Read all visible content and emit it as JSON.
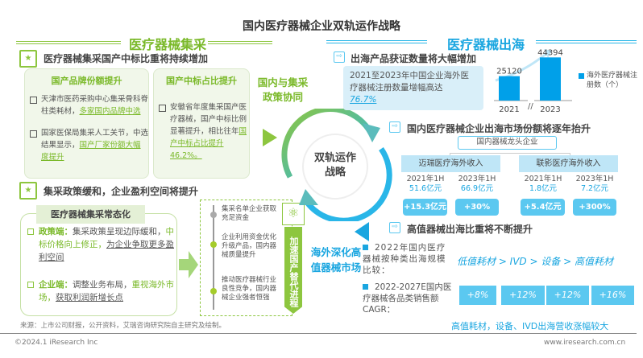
{
  "title": "国内医疗器械企业双轨运作战略",
  "left": {
    "header": "医疗器械集采",
    "section1": {
      "heading": "医疗器械集采国产中标比重将持续增加",
      "box1": {
        "title": "国产品牌份额提升",
        "item1": {
          "text": "天津市医药采购中心集采骨科脊柱类耗材，",
          "highlight": "多家国内品牌中选"
        },
        "item2": {
          "text": "国家医保局集采人工关节，中选结果显示，",
          "highlight": "国产厂家份额大幅度提升"
        }
      },
      "box2": {
        "title": "国产中标占比提升",
        "item1": {
          "text": "安徽省年度集采国产医疗器械，国产中标比例显著提升，相比往年",
          "highlight": "国产中标占比提升46.2%。"
        }
      }
    },
    "section2": {
      "heading": "集采政策缓和，企业盈利空间将提升",
      "box_title": "医疗器械集采常态化",
      "policy": {
        "label": "政策端：",
        "text": "集采政策呈现边际缓和，",
        "highlight": "中标价格向上修正，",
        "underline": "为企业争取更多盈利空间"
      },
      "enterprise": {
        "label": "企业端：",
        "text": "调整业务布局，",
        "highlight": "重视海外市场，",
        "underline": "获取利润新增长点"
      },
      "timeline": [
        "集采名单企业获取充足资金",
        "企业利用资金优化升级产品，国内器械质量提升",
        "推动医疗器械行业良性竞争，国内器械企业强者恒强"
      ],
      "tag": "加速国产替代进程"
    }
  },
  "center": {
    "label": "双轨运作战略",
    "domestic": "国内与集采政策协同",
    "overseas": "海外深化高值器械市场"
  },
  "right": {
    "header": "医疗器械出海",
    "section1": {
      "heading": "出海产品获证数量将大幅增加",
      "text": "2021至2023年中国企业海外医疗器械注册数量增幅高达",
      "highlight": "76.7%"
    },
    "section2": {
      "heading": "国内医疗器械企业出海市场份额将逐年抬升",
      "root": "国内器械龙头企业",
      "companies": [
        {
          "name": "迈瑞医疗海外收入",
          "y1": "2021年1H",
          "v1": "51.6亿元",
          "y2": "2023年1H",
          "v2": "66.9亿元",
          "d1": "+15.3亿元",
          "d2": "+30%"
        },
        {
          "name": "联影医疗海外收入",
          "y1": "2021年1H",
          "v1": "1.8亿元",
          "y2": "2023年1H",
          "v2": "7.2亿元",
          "d1": "+5.4亿元",
          "d2": "+300%"
        }
      ]
    },
    "section3": {
      "heading": "高值器械出海比重将不断提升",
      "bullet1": "2022年国内医疗器械按种类出海规模比较：",
      "ranking": "低值耗材 > IVD > 设备 > 高值耗材",
      "bullet2": "2022-2027E国内医疗器械各品类销售额CAGR：",
      "cagr": [
        "+8%",
        "+12%",
        "+12%",
        "+16%"
      ],
      "conclusion": "高值耗材，设备、IVD出海营收涨幅较大"
    }
  },
  "chart_data": {
    "type": "bar",
    "categories": [
      "2021",
      "2023"
    ],
    "values": [
      25120,
      44394
    ],
    "legend": "海外医疗器械注册数（个）",
    "axis_break": "//"
  },
  "footer": {
    "source": "来源：上市公司财报，公开资料，艾瑞咨询研究院自主研究及绘制。",
    "copyright": "©2024.1 iResearch Inc",
    "website": "www.iresearch.com.cn"
  },
  "colors": {
    "green": "#8dc63f",
    "blue": "#29b6e8"
  }
}
